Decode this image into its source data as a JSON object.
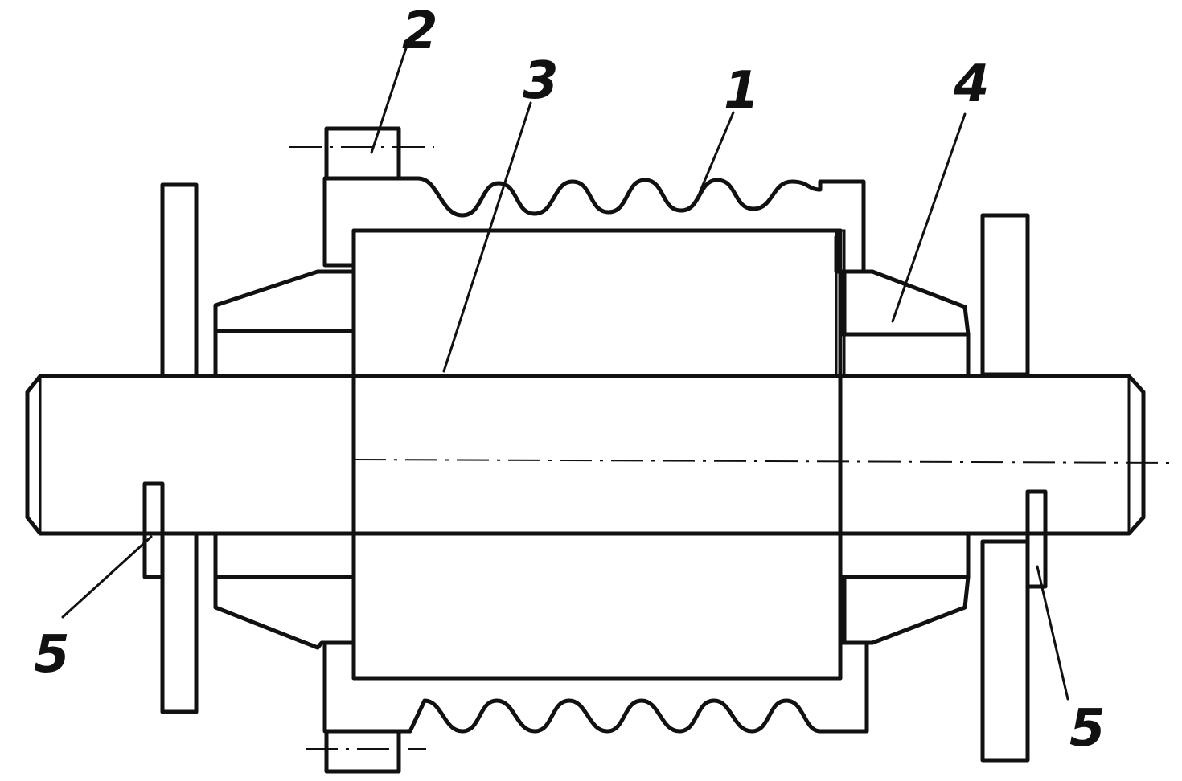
{
  "callouts": {
    "c1": "1",
    "c2": "2",
    "c3": "3",
    "c4": "4",
    "c5_left": "5",
    "c5_right": "5"
  },
  "colors": {
    "ink": "#111111",
    "paper": "#ffffff"
  }
}
